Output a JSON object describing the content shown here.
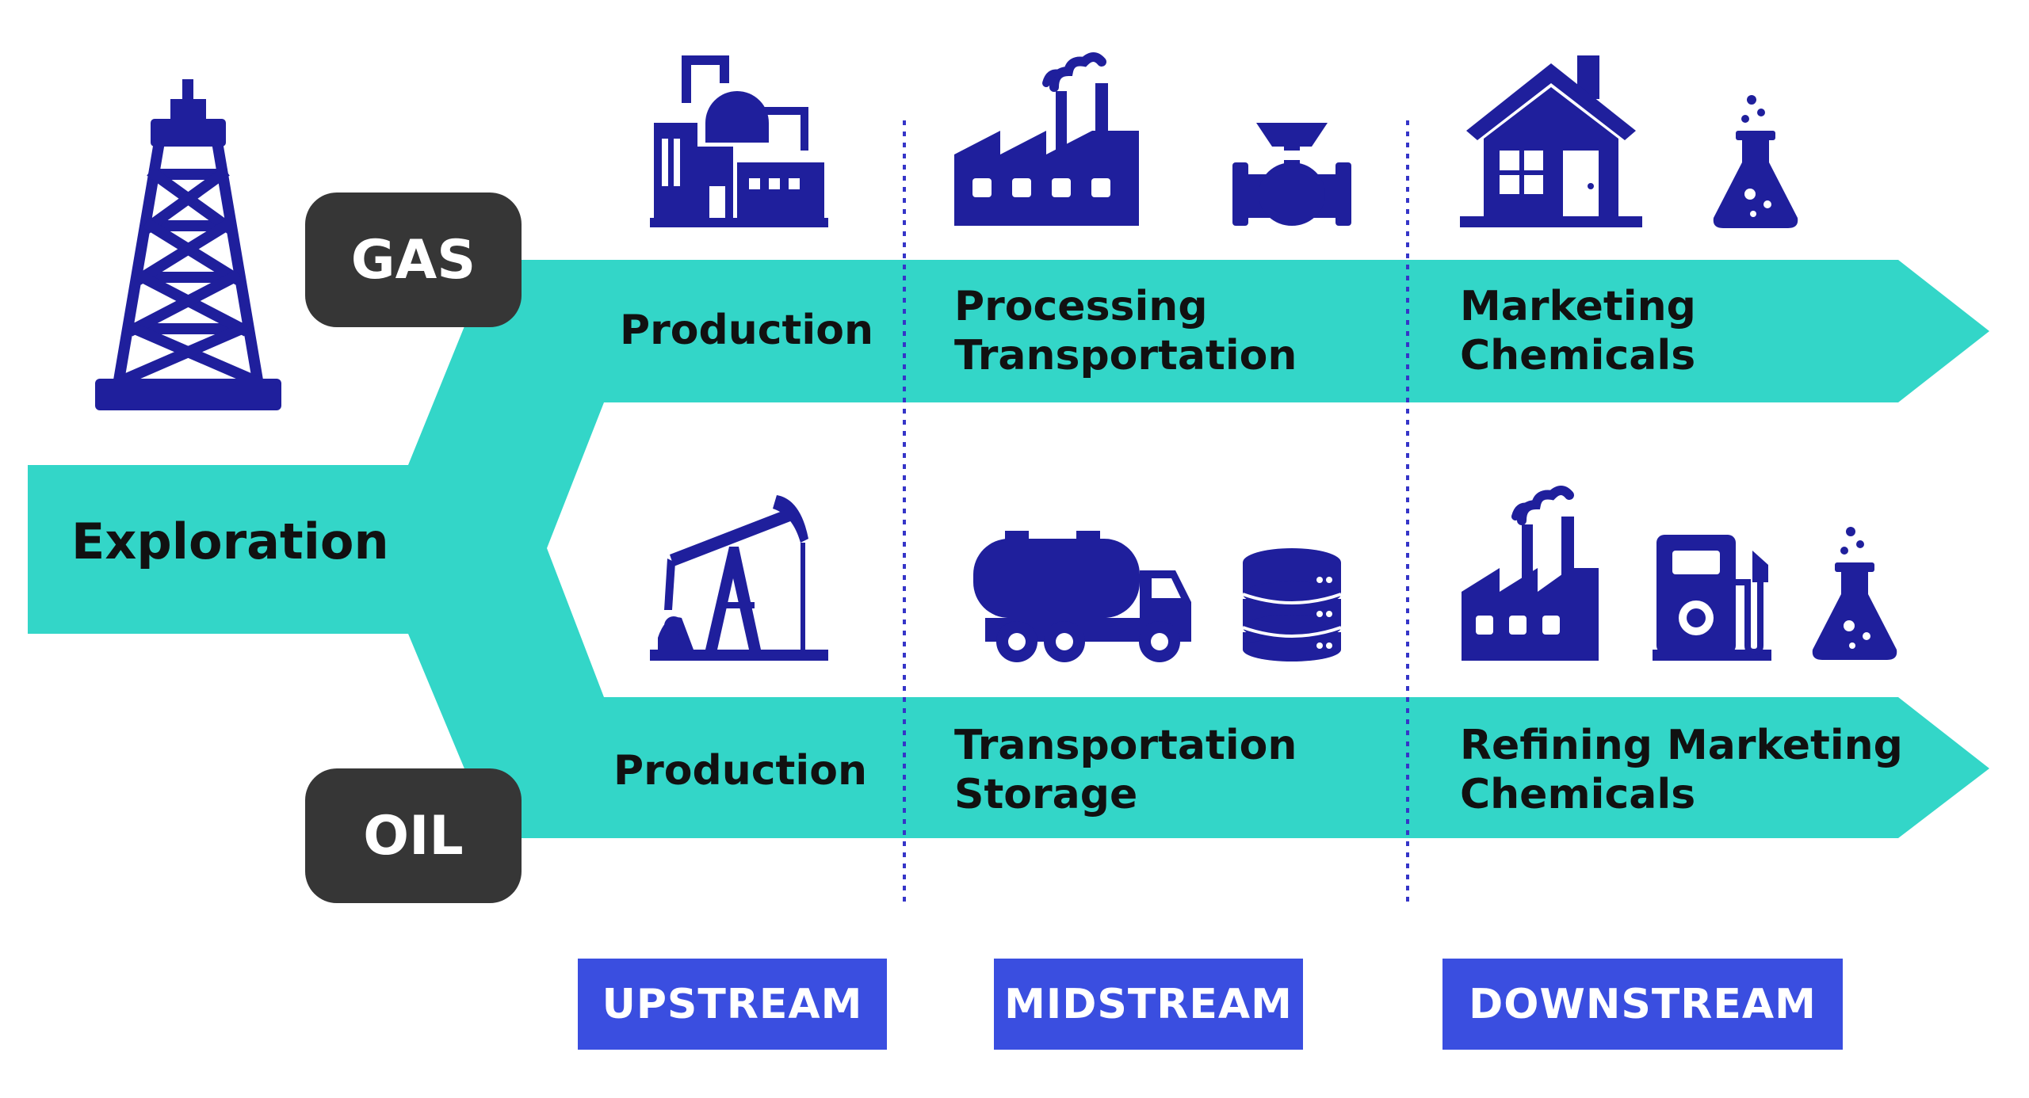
{
  "colors": {
    "band": "#33d6c8",
    "icon": "#1f1f9c",
    "tag_bg": "#363636",
    "segment_bg": "#3a4ee0",
    "divider": "#3535c8"
  },
  "exploration": {
    "label": "Exploration"
  },
  "tags": {
    "gas": "GAS",
    "oil": "OIL"
  },
  "gas_row": {
    "upstream": [
      "Production"
    ],
    "midstream": [
      "Processing",
      "Transportation"
    ],
    "downstream": [
      "Marketing",
      "Chemicals"
    ]
  },
  "oil_row": {
    "upstream": [
      "Production"
    ],
    "midstream": [
      "Transportation",
      "Storage"
    ],
    "downstream": [
      "Refining Marketing",
      "Chemicals"
    ]
  },
  "segments": {
    "upstream": "UPSTREAM",
    "midstream": "MIDSTREAM",
    "downstream": "DOWNSTREAM"
  },
  "icons": [
    "oil-derrick-icon",
    "gas-processing-plant-icon",
    "factory-icon",
    "pipeline-valve-icon",
    "house-icon",
    "chemical-flask-icon",
    "oil-pumpjack-icon",
    "tanker-truck-icon",
    "storage-tank-icon",
    "refinery-factory-icon",
    "fuel-pump-icon",
    "chemical-flask-icon"
  ]
}
